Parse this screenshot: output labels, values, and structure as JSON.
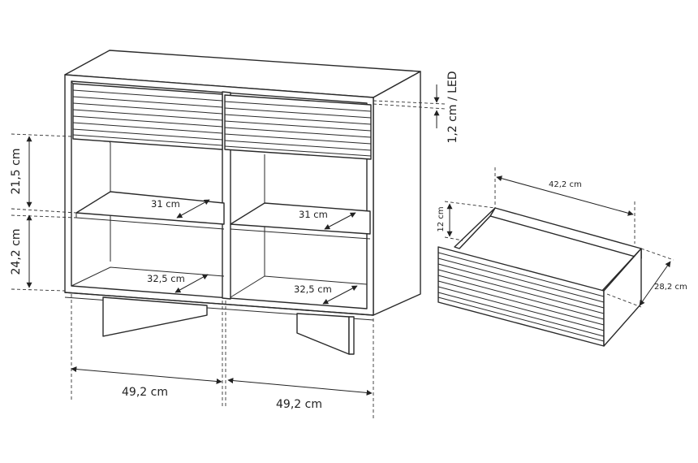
{
  "dimensions": {
    "height_top": "21,5 cm",
    "height_bottom": "24,2 cm",
    "led_strip": "1,2 cm / LED",
    "shelf_depth_left_top": "31 cm",
    "shelf_depth_right_top": "31 cm",
    "shelf_depth_left_bottom": "32,5 cm",
    "shelf_depth_right_bottom": "32,5 cm",
    "width_left": "49,2 cm",
    "width_right": "49,2 cm",
    "drawer_width": "42,2 cm",
    "drawer_height": "12 cm",
    "drawer_depth": "28,2 cm"
  }
}
